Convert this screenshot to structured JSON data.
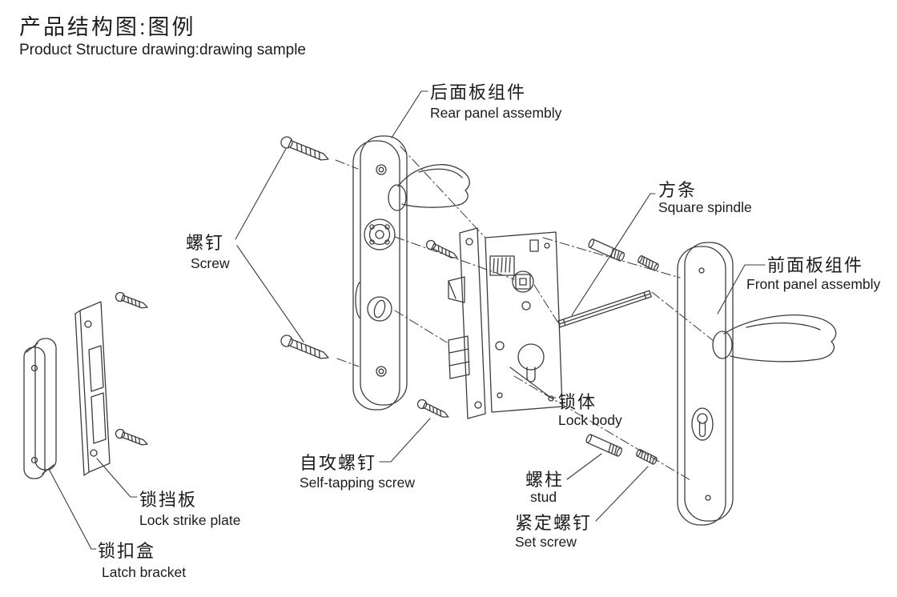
{
  "page": {
    "title_zh": "产品结构图:图例",
    "title_en": "Product Structure drawing:drawing sample"
  },
  "labels": {
    "rear_panel_assembly": {
      "zh": "后面板组件",
      "en": "Rear panel assembly"
    },
    "square_spindle": {
      "zh": "方条",
      "en": "Square spindle"
    },
    "front_panel_assembly": {
      "zh": "前面板组件",
      "en": "Front panel assembly"
    },
    "screw": {
      "zh": "螺钉",
      "en": "Screw"
    },
    "lock_body": {
      "zh": "锁体",
      "en": "Lock body"
    },
    "self_tapping_screw": {
      "zh": "自攻螺钉",
      "en": "Self-tapping screw"
    },
    "stud": {
      "zh": "螺柱",
      "en": "stud"
    },
    "set_screw": {
      "zh": "紧定螺钉",
      "en": "Set screw"
    },
    "lock_strike_plate": {
      "zh": "锁挡板",
      "en": "Lock strike plate"
    },
    "latch_bracket": {
      "zh": "锁扣盒",
      "en": "Latch bracket"
    }
  },
  "diagram": {
    "type": "exploded-view technical line drawing of a mortise door lock set",
    "parts": [
      "latch bracket",
      "lock strike plate",
      "screws",
      "rear panel assembly",
      "self-tapping screws",
      "lock body",
      "square spindle",
      "studs",
      "set screws",
      "front panel assembly"
    ],
    "colors": {
      "line": "#3c3c3c",
      "text": "#1c1c1c",
      "background": "#ffffff"
    }
  }
}
